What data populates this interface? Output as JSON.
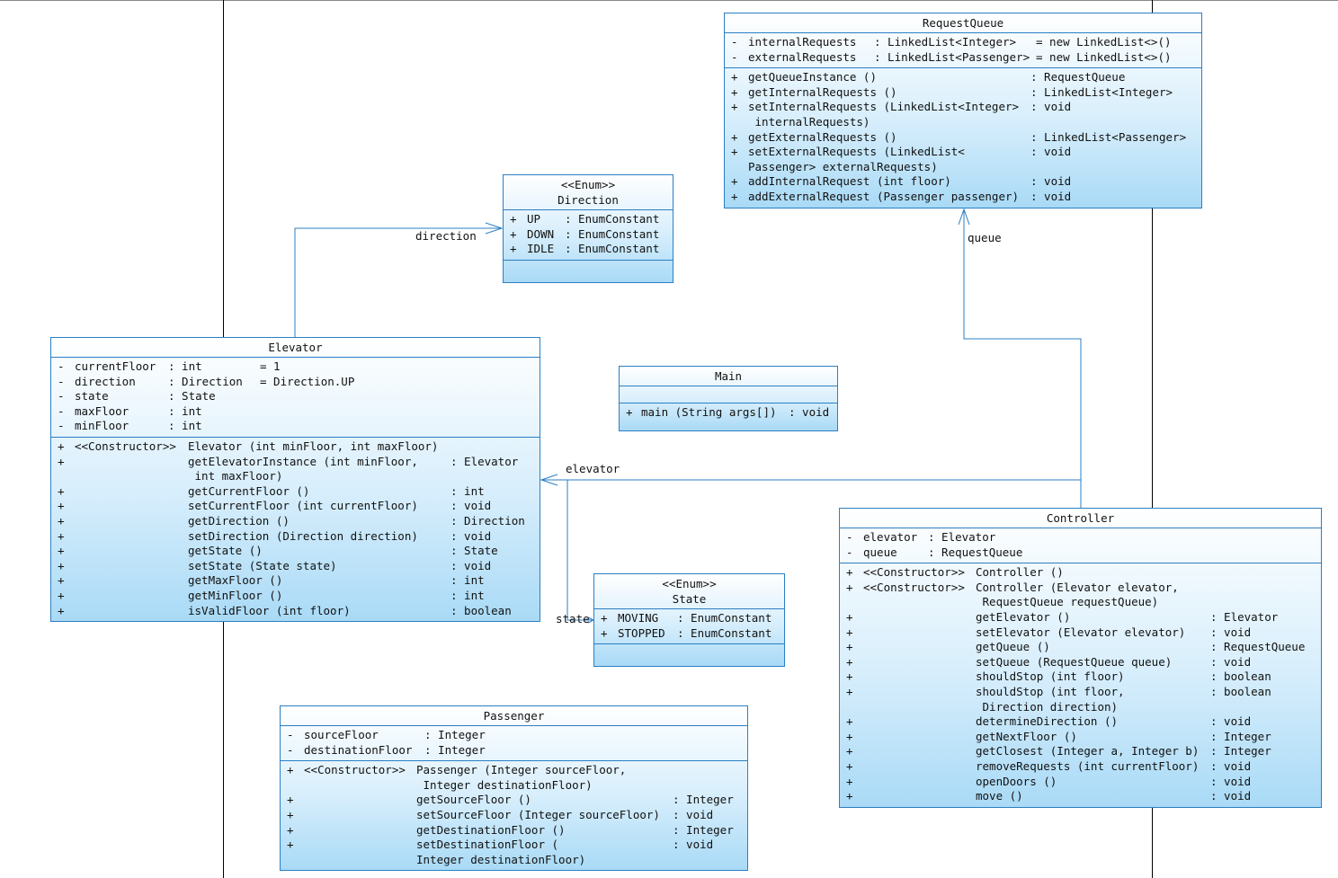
{
  "requestQueue": {
    "name": "RequestQueue",
    "attrs": [
      {
        "v": "-",
        "n": "internalRequests",
        "t": ": LinkedList<Integer>",
        "d": "= new LinkedList<>()"
      },
      {
        "v": "-",
        "n": "externalRequests",
        "t": ": LinkedList<Passenger>",
        "d": "= new LinkedList<>()"
      }
    ],
    "ops": [
      {
        "v": "+",
        "s": "getQueueInstance ()",
        "r": ": RequestQueue"
      },
      {
        "v": "+",
        "s": "getInternalRequests ()",
        "r": ": LinkedList<Integer>"
      },
      {
        "v": "+",
        "s": "setInternalRequests (LinkedList<Integer>",
        "r": ": void"
      },
      {
        "v": "",
        "s": " internalRequests)",
        "r": ""
      },
      {
        "v": "+",
        "s": "getExternalRequests ()",
        "r": ": LinkedList<Passenger>"
      },
      {
        "v": "+",
        "s": "setExternalRequests (LinkedList<",
        "r": ": void"
      },
      {
        "v": "",
        "s": "Passenger> externalRequests)",
        "r": ""
      },
      {
        "v": "+",
        "s": "addInternalRequest (int floor)",
        "r": ": void"
      },
      {
        "v": "+",
        "s": "addExternalRequest (Passenger passenger)",
        "r": ": void"
      }
    ]
  },
  "direction": {
    "stereotype": "<<Enum>>",
    "name": "Direction",
    "attrs": [
      {
        "v": "+",
        "n": "UP",
        "t": ": EnumConstant"
      },
      {
        "v": "+",
        "n": "DOWN",
        "t": ": EnumConstant"
      },
      {
        "v": "+",
        "n": "IDLE",
        "t": ": EnumConstant"
      }
    ]
  },
  "elevator": {
    "name": "Elevator",
    "attrs": [
      {
        "v": "-",
        "n": "currentFloor",
        "t": ": int",
        "d": "= 1"
      },
      {
        "v": "-",
        "n": "direction",
        "t": ": Direction",
        "d": "= Direction.UP"
      },
      {
        "v": "-",
        "n": "state",
        "t": ": State",
        "d": ""
      },
      {
        "v": "-",
        "n": "maxFloor",
        "t": ": int",
        "d": ""
      },
      {
        "v": "-",
        "n": "minFloor",
        "t": ": int",
        "d": ""
      }
    ],
    "ops": [
      {
        "v": "+",
        "st": "<<Constructor>>",
        "s": "Elevator (int minFloor, int maxFloor)",
        "r": ""
      },
      {
        "v": "+",
        "st": "",
        "s": "getElevatorInstance (int minFloor,",
        "r": ": Elevator"
      },
      {
        "v": "",
        "st": "",
        "s": " int maxFloor)",
        "r": ""
      },
      {
        "v": "+",
        "st": "",
        "s": "getCurrentFloor ()",
        "r": ": int"
      },
      {
        "v": "+",
        "st": "",
        "s": "setCurrentFloor (int currentFloor)",
        "r": ": void"
      },
      {
        "v": "+",
        "st": "",
        "s": "getDirection ()",
        "r": ": Direction"
      },
      {
        "v": "+",
        "st": "",
        "s": "setDirection (Direction direction)",
        "r": ": void"
      },
      {
        "v": "+",
        "st": "",
        "s": "getState ()",
        "r": ": State"
      },
      {
        "v": "+",
        "st": "",
        "s": "setState (State state)",
        "r": ": void"
      },
      {
        "v": "+",
        "st": "",
        "s": "getMaxFloor ()",
        "r": ": int"
      },
      {
        "v": "+",
        "st": "",
        "s": "getMinFloor ()",
        "r": ": int"
      },
      {
        "v": "+",
        "st": "",
        "s": "isValidFloor (int floor)",
        "r": ": boolean"
      }
    ]
  },
  "main": {
    "name": "Main",
    "ops": [
      {
        "v": "+",
        "s": "main (String args[])",
        "r": ": void"
      }
    ]
  },
  "state": {
    "stereotype": "<<Enum>>",
    "name": "State",
    "attrs": [
      {
        "v": "+",
        "n": "MOVING",
        "t": ": EnumConstant"
      },
      {
        "v": "+",
        "n": "STOPPED",
        "t": ": EnumConstant"
      }
    ]
  },
  "controller": {
    "name": "Controller",
    "attrs": [
      {
        "v": "-",
        "n": "elevator",
        "t": ": Elevator"
      },
      {
        "v": "-",
        "n": "queue",
        "t": ": RequestQueue"
      }
    ],
    "ops": [
      {
        "v": "+",
        "st": "<<Constructor>>",
        "s": "Controller ()",
        "r": ""
      },
      {
        "v": "+",
        "st": "<<Constructor>>",
        "s": "Controller (Elevator elevator,",
        "r": ""
      },
      {
        "v": "",
        "st": "",
        "s": " RequestQueue requestQueue)",
        "r": ""
      },
      {
        "v": "+",
        "st": "",
        "s": "getElevator ()",
        "r": ": Elevator"
      },
      {
        "v": "+",
        "st": "",
        "s": "setElevator (Elevator elevator)",
        "r": ": void"
      },
      {
        "v": "+",
        "st": "",
        "s": "getQueue ()",
        "r": ": RequestQueue"
      },
      {
        "v": "+",
        "st": "",
        "s": "setQueue (RequestQueue queue)",
        "r": ": void"
      },
      {
        "v": "+",
        "st": "",
        "s": "shouldStop (int floor)",
        "r": ": boolean"
      },
      {
        "v": "+",
        "st": "",
        "s": "shouldStop (int floor,",
        "r": ": boolean"
      },
      {
        "v": "",
        "st": "",
        "s": " Direction direction)",
        "r": ""
      },
      {
        "v": "+",
        "st": "",
        "s": "determineDirection ()",
        "r": ": void"
      },
      {
        "v": "+",
        "st": "",
        "s": "getNextFloor ()",
        "r": ": Integer"
      },
      {
        "v": "+",
        "st": "",
        "s": "getClosest (Integer a, Integer b)",
        "r": ": Integer"
      },
      {
        "v": "+",
        "st": "",
        "s": "removeRequests (int currentFloor)",
        "r": ": void"
      },
      {
        "v": "+",
        "st": "",
        "s": "openDoors ()",
        "r": ": void"
      },
      {
        "v": "+",
        "st": "",
        "s": "move ()",
        "r": ": void"
      }
    ]
  },
  "passenger": {
    "name": "Passenger",
    "attrs": [
      {
        "v": "-",
        "n": "sourceFloor",
        "t": ": Integer"
      },
      {
        "v": "-",
        "n": "destinationFloor",
        "t": ": Integer"
      }
    ],
    "ops": [
      {
        "v": "+",
        "st": "<<Constructor>>",
        "s": "Passenger (Integer sourceFloor,",
        "r": ""
      },
      {
        "v": "",
        "st": "",
        "s": " Integer destinationFloor)",
        "r": ""
      },
      {
        "v": "+",
        "st": "",
        "s": "getSourceFloor ()",
        "r": ": Integer"
      },
      {
        "v": "+",
        "st": "",
        "s": "setSourceFloor (Integer sourceFloor)",
        "r": ": void"
      },
      {
        "v": "+",
        "st": "",
        "s": "getDestinationFloor ()",
        "r": ": Integer"
      },
      {
        "v": "+",
        "st": "",
        "s": "setDestinationFloor (",
        "r": ": void"
      },
      {
        "v": "",
        "st": "",
        "s": "Integer destinationFloor)",
        "r": ""
      }
    ]
  },
  "labels": {
    "direction": "direction",
    "queue": "queue",
    "elevator": "elevator",
    "state": "state"
  },
  "colors": {
    "border": "#2b7fc4",
    "fill_top": "#ffffff",
    "fill_bottom": "#a9daf6"
  }
}
